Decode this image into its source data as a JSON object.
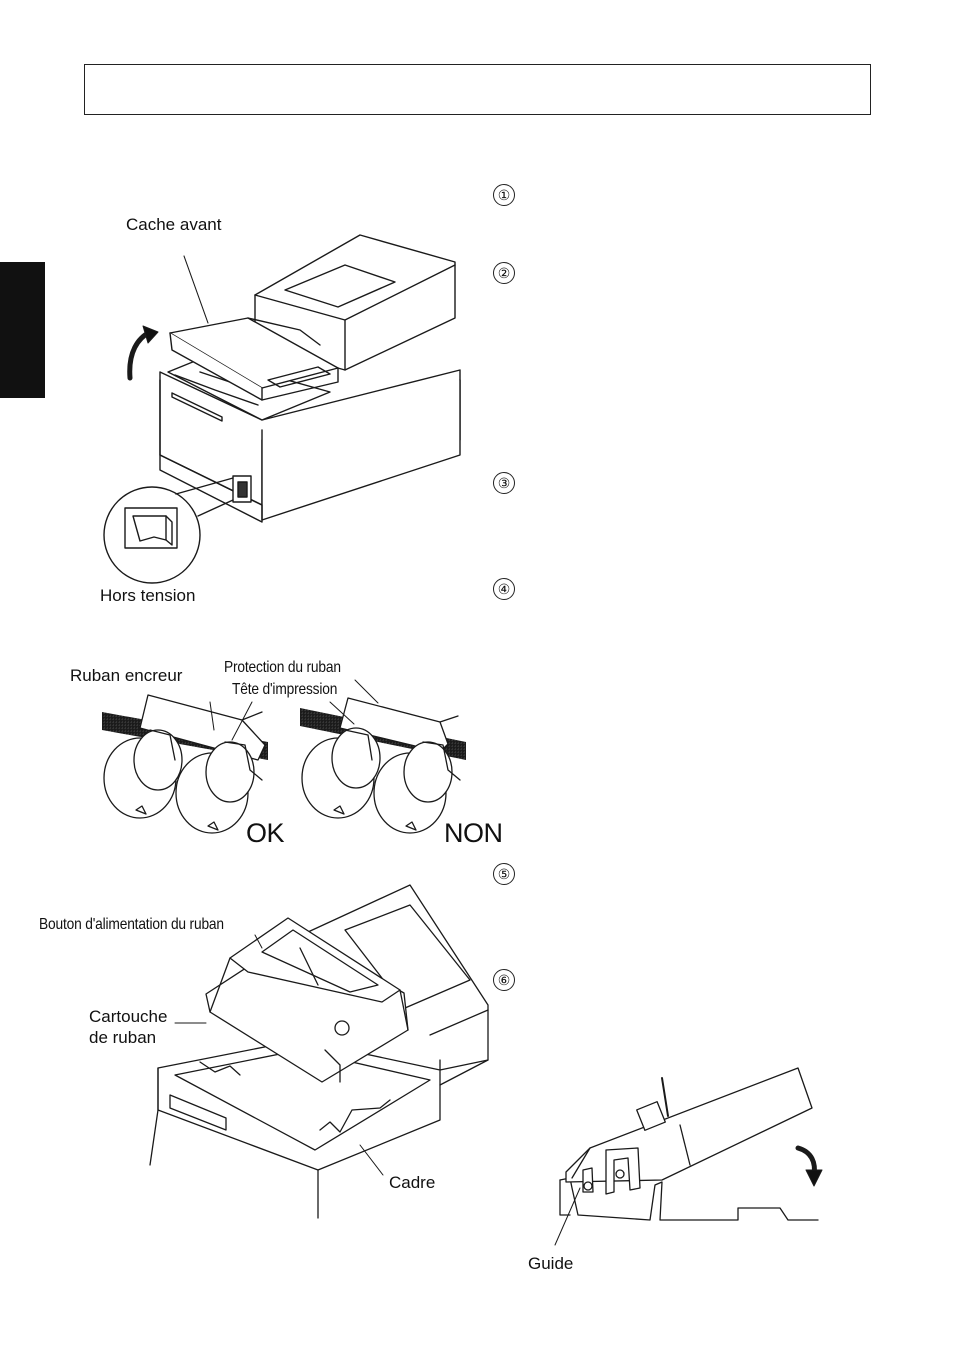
{
  "header": {
    "title": ""
  },
  "figure1": {
    "front_cover_label": "Cache avant",
    "power_off_label": "Hors tension"
  },
  "figure2": {
    "ink_ribbon_label": "Ruban encreur",
    "ribbon_protection_label": "Protection du ruban",
    "print_head_label": "Tête d'impression",
    "ok_label": "OK",
    "no_label": "NON"
  },
  "figure3": {
    "feed_knob_label": "Bouton d'alimentation du ruban",
    "cartridge_label_line1": "Cartouche",
    "cartridge_label_line2": "de ruban",
    "frame_label": "Cadre"
  },
  "figure4": {
    "guide_label": "Guide"
  },
  "steps": [
    "①",
    "②",
    "③",
    "④",
    "⑤",
    "⑥"
  ]
}
